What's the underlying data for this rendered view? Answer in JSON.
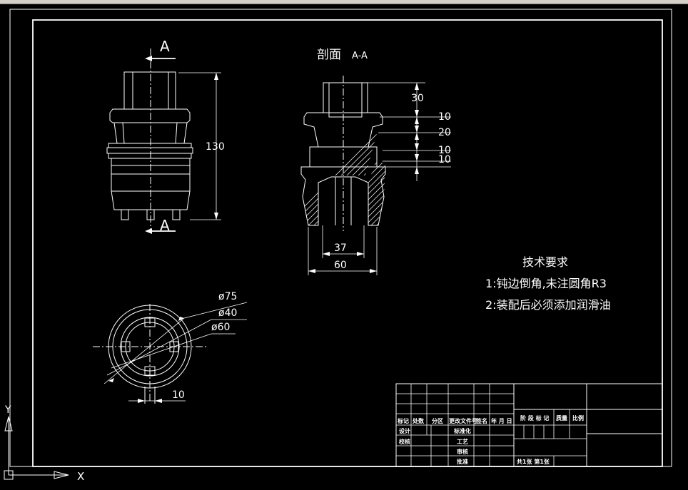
{
  "view_labels": {
    "front_section_marker": "A",
    "bottom_section_marker": "A",
    "section_title": "剖面",
    "section_name": "A-A"
  },
  "dimensions": {
    "total_height": "130",
    "top_height": "30",
    "step1": "10",
    "step2": "20",
    "step3": "10",
    "step4": "10",
    "inner_width": "37",
    "outer_width": "60",
    "dia_outer": "ø75",
    "dia_inner": "ø40",
    "dia_mid": "ø60",
    "slot_width": "10"
  },
  "notes": {
    "title": "技术要求",
    "line1": "1:钝边倒角,未注圆角R3",
    "line2": "2:装配后必须添加润滑油"
  },
  "title_block": {
    "h_mark": "标记",
    "h_count": "处数",
    "h_zone": "分区",
    "h_docno": "更改文件号",
    "h_sign": "签名",
    "h_date": "年 月 日",
    "h_stage": "阶 段 标 记",
    "h_weight": "质量",
    "h_scale": "比例",
    "r_design": "设计",
    "r_std": "标准化",
    "r_check": "校核",
    "r_process": "工艺",
    "r_review": "审核",
    "r_approve": "批准",
    "r_sheets": "共1张 第1张"
  },
  "ucs": {
    "y_axis": "Y",
    "x_axis": "X"
  },
  "colors": {
    "background": "#000000",
    "lines": "#ffffff"
  }
}
